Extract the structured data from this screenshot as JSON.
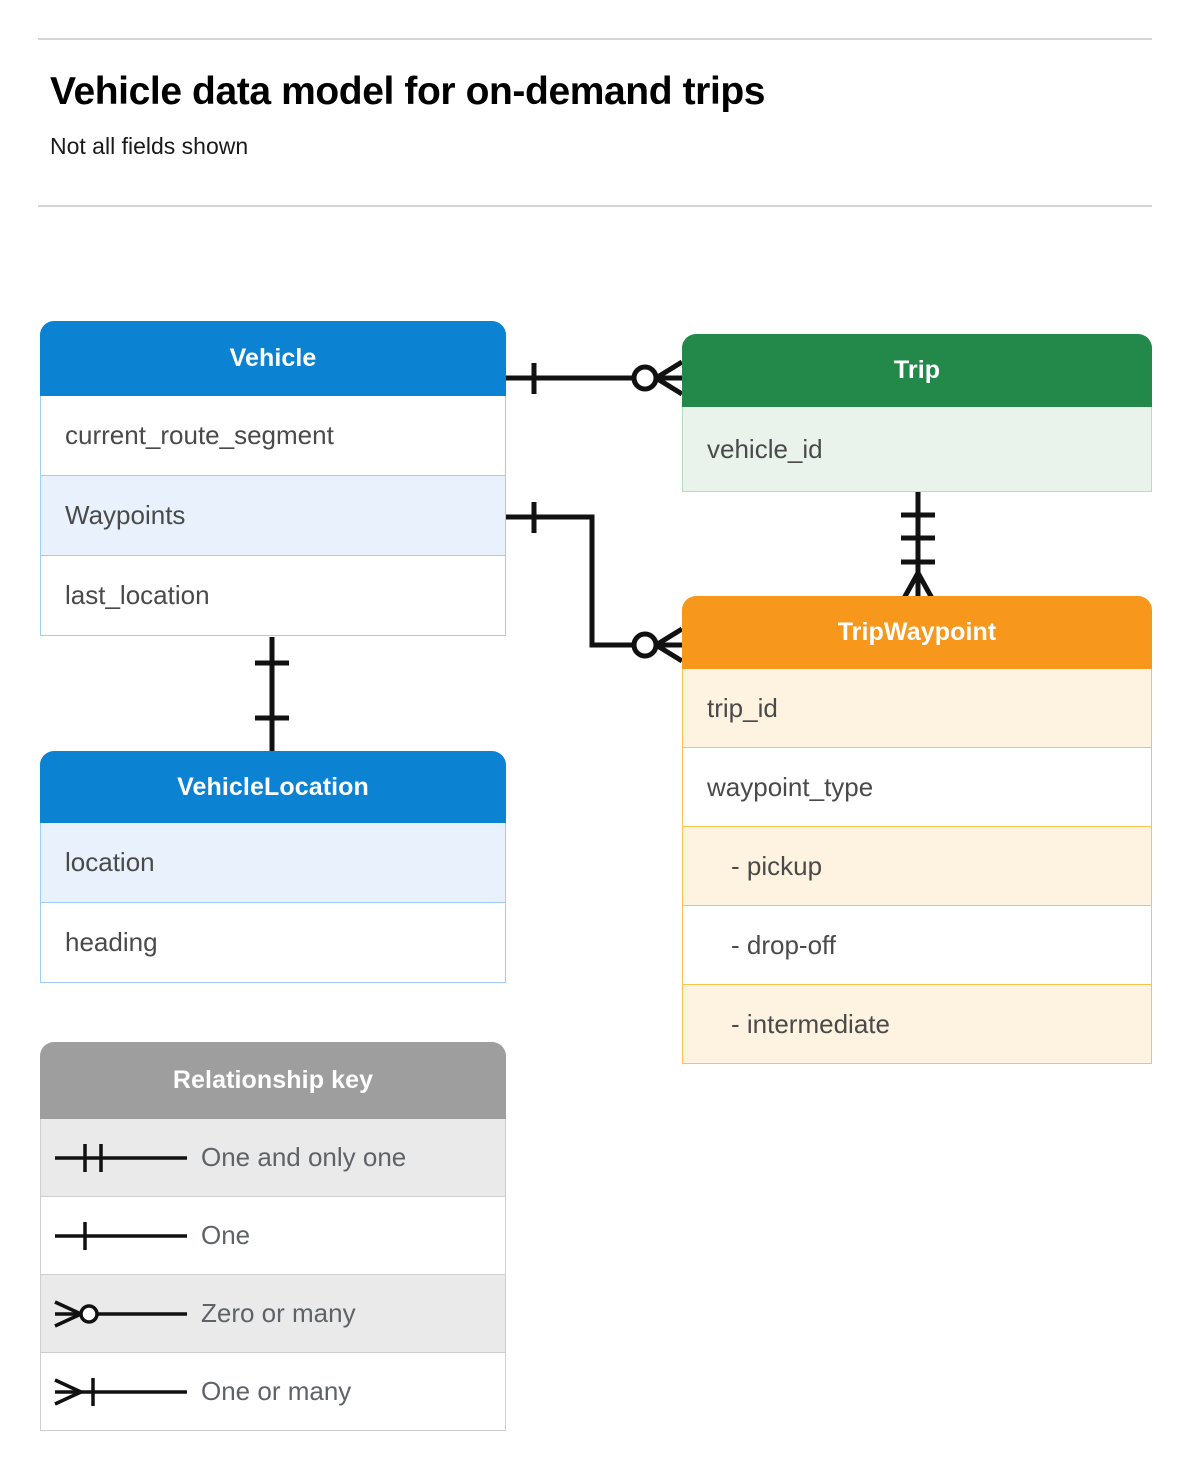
{
  "header": {
    "title": "Vehicle data model for on-demand trips",
    "subtitle": "Not all fields shown"
  },
  "colors": {
    "vehicle_blue": "#0b82d2",
    "vehicle_row_alt": "#e8f1fc",
    "vehicle_border": "#9fcdf4",
    "trip_green": "#23894a",
    "trip_row_alt": "#e9f3ec",
    "trip_border": "#b6ddc1",
    "waypoint_orange": "#f7981d",
    "waypoint_row_alt": "#fdf3e0",
    "waypoint_border": "#fbc34c",
    "legend_grey": "#9e9e9e",
    "legend_row_alt": "#eaeaea",
    "connector_black": "#111111",
    "text_grey": "#4a4a4a",
    "rule_grey": "#d5d5d5"
  },
  "entities": {
    "vehicle": {
      "name": "Vehicle",
      "fields": [
        {
          "label": "current_route_segment",
          "highlight": false
        },
        {
          "label": "Waypoints",
          "highlight": true
        },
        {
          "label": "last_location",
          "highlight": false
        }
      ]
    },
    "trip": {
      "name": "Trip",
      "fields": [
        {
          "label": "vehicle_id",
          "highlight": true
        }
      ]
    },
    "trip_waypoint": {
      "name": "TripWaypoint",
      "fields": [
        {
          "label": "trip_id",
          "highlight": true,
          "sub": false
        },
        {
          "label": "waypoint_type",
          "highlight": false,
          "sub": false
        },
        {
          "label": "-  pickup",
          "highlight": true,
          "sub": true
        },
        {
          "label": "-  drop-off",
          "highlight": false,
          "sub": true
        },
        {
          "label": "-  intermediate",
          "highlight": true,
          "sub": true
        }
      ]
    },
    "vehicle_location": {
      "name": "VehicleLocation",
      "fields": [
        {
          "label": "location",
          "highlight": true
        },
        {
          "label": "heading",
          "highlight": false
        }
      ]
    }
  },
  "legend": {
    "title": "Relationship key",
    "items": [
      {
        "label": "One and only one",
        "symbol": "one-and-only-one-symbol"
      },
      {
        "label": "One",
        "symbol": "one-symbol"
      },
      {
        "label": "Zero or many",
        "symbol": "zero-or-many-symbol"
      },
      {
        "label": "One or many",
        "symbol": "one-or-many-symbol"
      }
    ]
  },
  "relationships": [
    {
      "name": "vehicle-to-trip",
      "from": "Vehicle",
      "to": "Trip",
      "from_cardinality": "One",
      "to_cardinality": "Zero or many"
    },
    {
      "name": "vehicle-waypoints-to-tripwaypoint",
      "from": "Vehicle.Waypoints",
      "to": "TripWaypoint",
      "from_cardinality": "One",
      "to_cardinality": "Zero or many"
    },
    {
      "name": "trip-to-tripwaypoint",
      "from": "Trip",
      "to": "TripWaypoint",
      "from_cardinality": "One and only one",
      "to_cardinality": "One or many"
    },
    {
      "name": "vehicle-to-vehiclelocation",
      "from": "Vehicle",
      "to": "VehicleLocation",
      "from_cardinality": "One",
      "to_cardinality": "One"
    }
  ]
}
